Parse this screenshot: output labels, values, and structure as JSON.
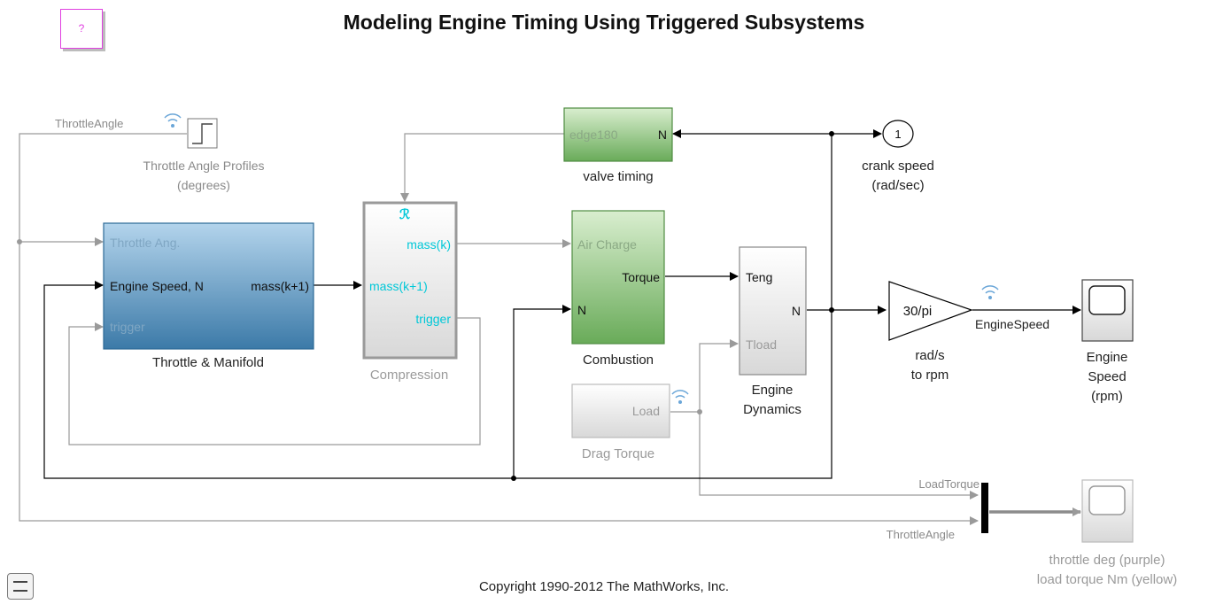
{
  "title": "Modeling Engine Timing Using Triggered Subsystems",
  "help_block": {
    "label": "?"
  },
  "copyright": "Copyright 1990-2012 The MathWorks, Inc.",
  "colors": {
    "throttle_block_top": "#a9cee8",
    "throttle_block_bottom": "#3f7fad",
    "green_block_top": "#d6ebcb",
    "green_block_bottom": "#6cad5c",
    "cyan_port": "#00c8d8",
    "grey_line": "#9a9a9a",
    "black_line": "#000000",
    "help_border": "#e040e0"
  },
  "blocks": {
    "throttle_angle_profiles": {
      "label_line1": "Throttle Angle Profiles",
      "label_line2": "(degrees)",
      "signal_out": "ThrottleAngle"
    },
    "throttle_manifold": {
      "label": "Throttle & Manifold",
      "port_in1": "Throttle Ang.",
      "port_in2": "Engine Speed, N",
      "port_in3": "trigger",
      "port_out1": "mass(k+1)"
    },
    "compression": {
      "label": "Compression",
      "trigger_glyph": "ℛ",
      "port_out1": "mass(k)",
      "port_in1": "mass(k+1)",
      "port_out2": "trigger"
    },
    "valve_timing": {
      "label": "valve timing",
      "port_out": "edge180",
      "port_in": "N"
    },
    "combustion": {
      "label": "Combustion",
      "port_in1": "Air Charge",
      "port_out1": "Torque",
      "port_in2": "N"
    },
    "drag_torque": {
      "label": "Drag Torque",
      "port_out": "Load"
    },
    "engine_dynamics": {
      "label_line1": "Engine",
      "label_line2": "Dynamics",
      "port_in1": "Teng",
      "port_out": "N",
      "port_in2": "Tload"
    },
    "outport_crank": {
      "number": "1",
      "label_line1": "crank speed",
      "label_line2": "(rad/sec)"
    },
    "gain": {
      "value": "30/pi",
      "label_line1": "rad/s",
      "label_line2": "to rpm",
      "signal_out": "EngineSpeed"
    },
    "scope_engine_speed": {
      "label_line1": "Engine",
      "label_line2": "Speed",
      "label_line3": "(rpm)"
    },
    "scope_throttle_load": {
      "label_line1": "throttle deg (purple)",
      "label_line2": "load torque Nm (yellow)"
    },
    "mux": {
      "signal_in1": "LoadTorque",
      "signal_in2": "ThrottleAngle"
    }
  }
}
